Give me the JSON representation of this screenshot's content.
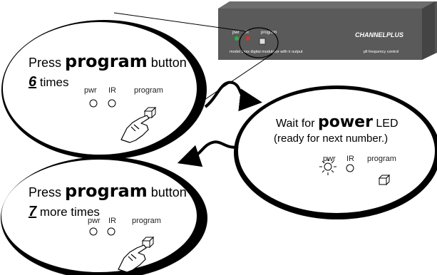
{
  "device": {
    "brand": "CHANNELPLUS",
    "panel_label_left": "pwr",
    "panel_label_mid": "IR",
    "panel_label_right": "program",
    "caption_left": "model 5xxx digital modulator with ir output",
    "caption_right": "pll frequency control"
  },
  "step1": {
    "line_pre": "Press ",
    "line_key": "program",
    "line_post": " button",
    "count": "6",
    "count_suffix": " times",
    "pwr_label": "pwr",
    "ir_label": "IR",
    "program_label": "program"
  },
  "step2": {
    "line_pre": "Wait for ",
    "line_key": "power",
    "line_post": " LED",
    "line2": "(ready for next number.)",
    "pwr_label": "pwr",
    "ir_label": "IR",
    "program_label": "program"
  },
  "step3": {
    "line_pre": "Press ",
    "line_key": "program",
    "line_post": " button",
    "count": "7",
    "count_suffix": " more times",
    "pwr_label": "pwr",
    "ir_label": "IR",
    "program_label": "program"
  }
}
